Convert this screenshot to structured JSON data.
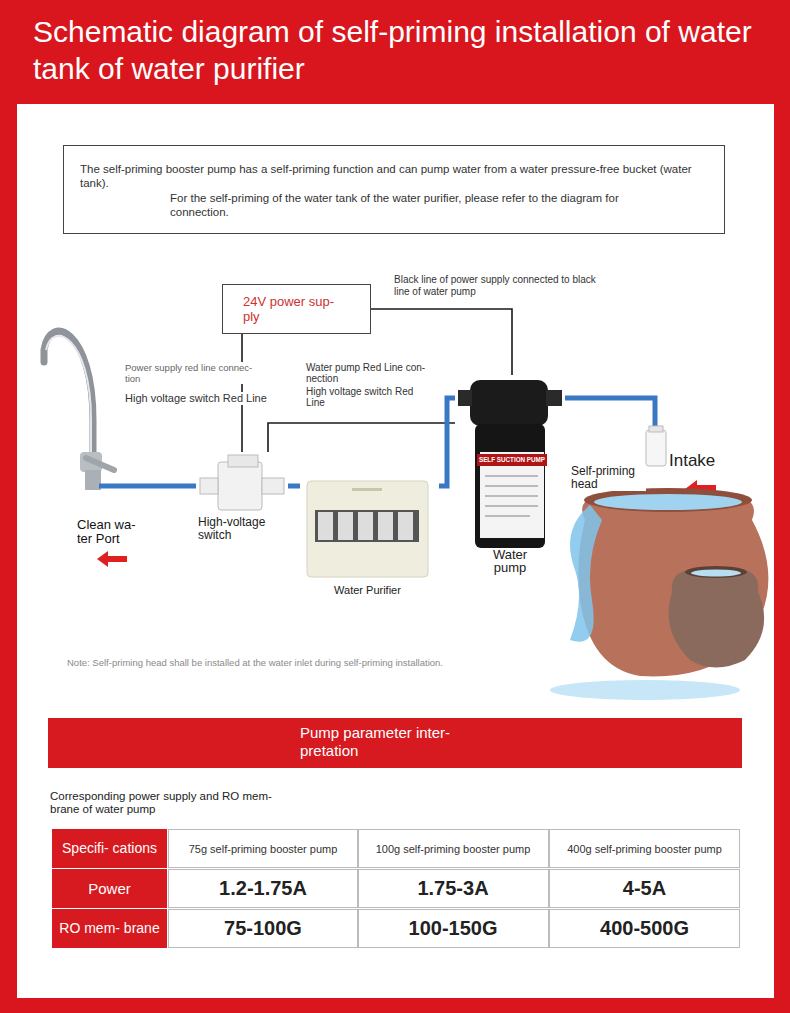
{
  "diagram": {
    "title": "Schematic diagram of self-priming installation of water tank of water purifier",
    "nodes": [
      {
        "text": [
          "The self-priming booster pump has a self-priming function and can pump water from a water pressure-free bucket (water tank).",
          "For the self-priming of the water tank of the water purifier, please refer to the diagram for connection."
        ]
      },
      {
        "text": [
          "24V power sup- ply"
        ]
      },
      {
        "text": [
          "High-voltage switch"
        ]
      },
      {
        "text": [
          "Water Purifier"
        ]
      },
      {
        "text": [
          "Water pump"
        ]
      },
      {
        "text": [
          "Pump parameter inter- pretation"
        ]
      }
    ],
    "edges": [
      {
        "from": 1,
        "to": 2,
        "arrow": "none"
      },
      {
        "from": 1,
        "to": 4,
        "arrow": "none"
      },
      {
        "from": 2,
        "to": 4,
        "arrow": "none"
      },
      {
        "from": 2,
        "to": 3,
        "arrow": "none"
      },
      {
        "from": 3,
        "to": 4,
        "arrow": "none"
      }
    ],
    "labels": [
      "Black line of power supply connected to black line of water pump",
      "Power supply red line connec- tion",
      "High voltage switch Red Line",
      "Water pump Red Line con- nection",
      "High voltage switch Red Line",
      "Clean wa- ter Port",
      "SELF SUCTION PUMP",
      "Self-priming head",
      "Intake",
      "Note: Self-priming head shall be installed at the water inlet during self-priming installation.",
      "Corresponding power supply and RO mem- brane of water pump",
      "Specifi- cations",
      "75g self-priming booster pump",
      "100g self-priming booster pump",
      "400g self-priming booster pump",
      "Power",
      "1.2-1.75A",
      "1.75-3A",
      "4-5A",
      "RO mem- brane",
      "75-100G",
      "100-150G",
      "400-500G"
    ]
  }
}
